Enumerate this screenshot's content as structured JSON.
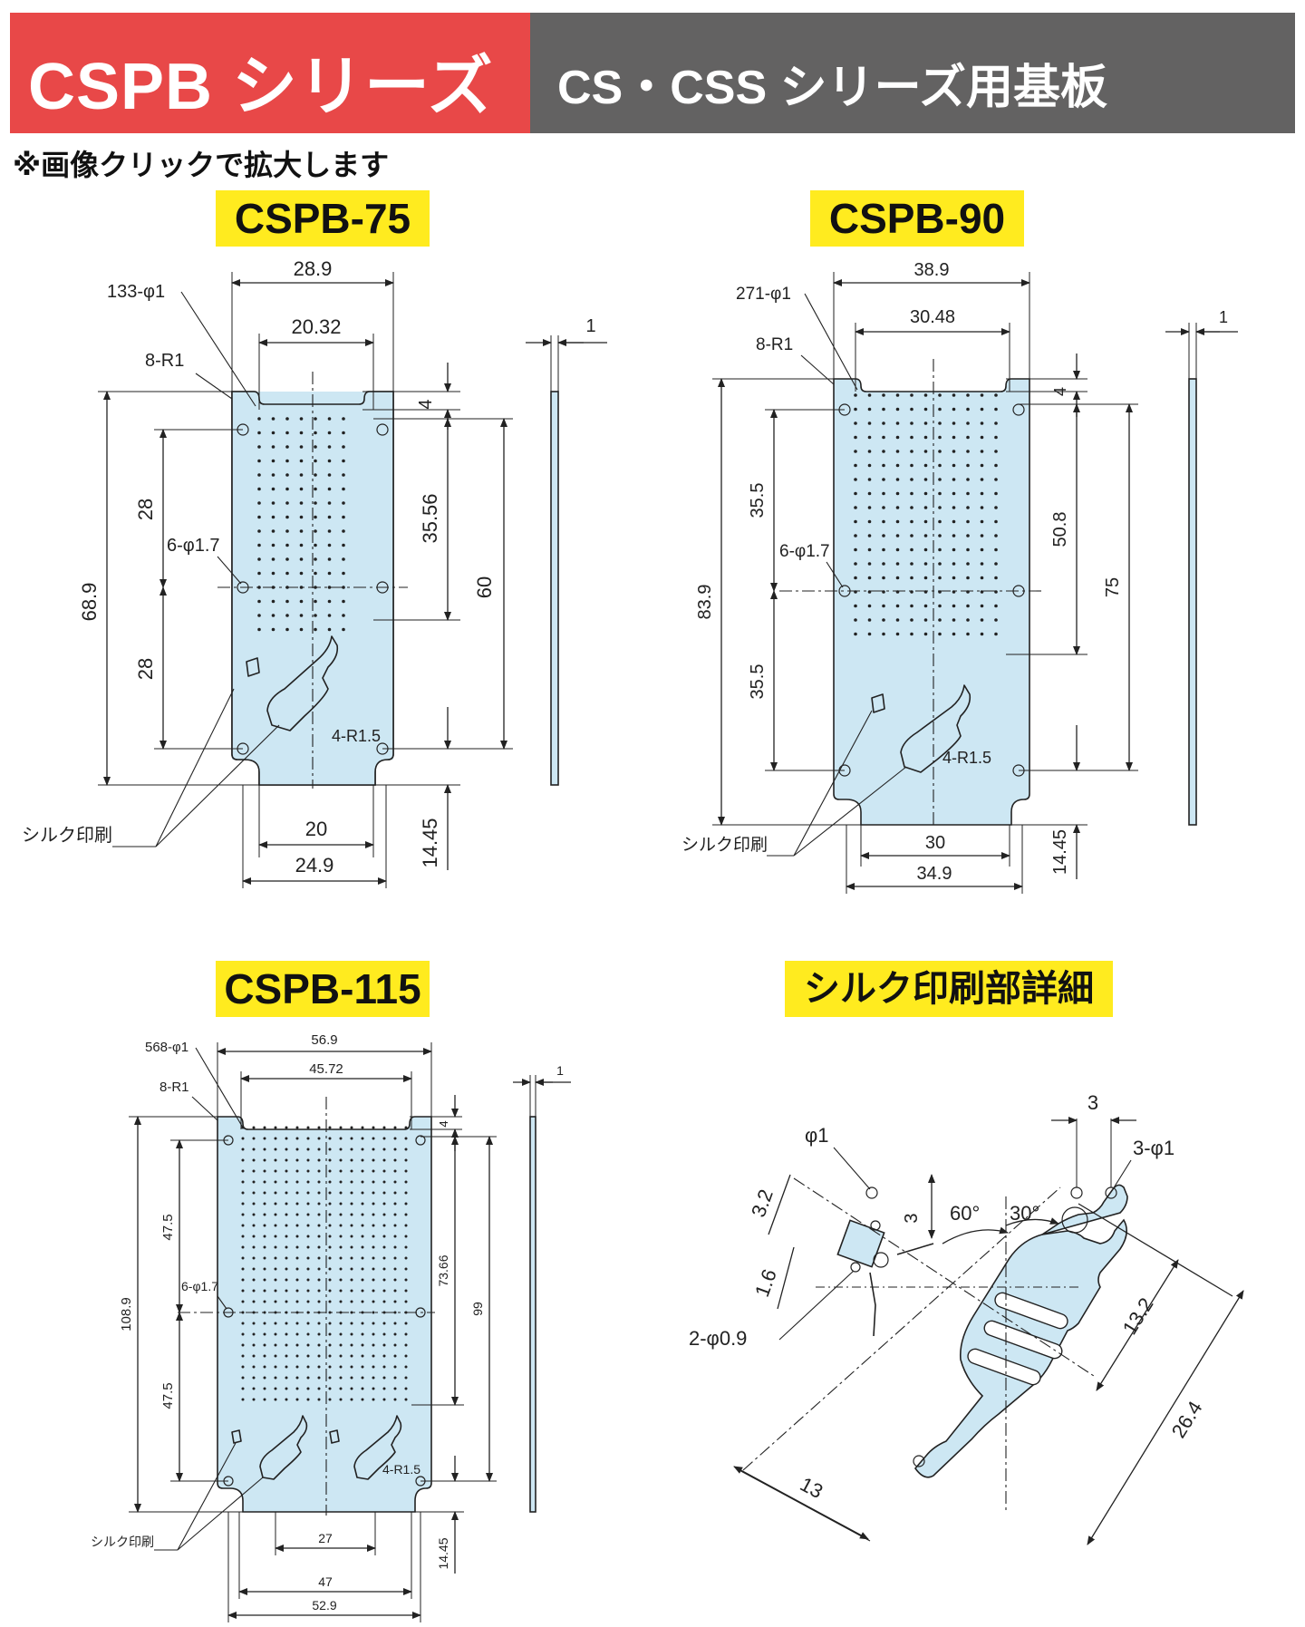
{
  "colors": {
    "red": "#e84848",
    "grey": "#636262",
    "yellow": "#ffeb1f",
    "board": "#cde7f3"
  },
  "header": {
    "title": "CSPB シリーズ",
    "subtitle": "CS・CSS シリーズ用基板"
  },
  "note": "※画像クリックで拡大します",
  "labels": {
    "cspb75": "CSPB-75",
    "cspb90": "CSPB-90",
    "cspb115": "CSPB-115",
    "silk_detail": "シルク印刷部詳細"
  },
  "dwg75": {
    "width_outer": "28.9",
    "pitch_width": "20.32",
    "holes": "133-φ1",
    "corner_r": "8-R1",
    "top_offset": "4",
    "pitch_height": "35.56",
    "half_top": "28",
    "half_bottom": "28",
    "mount_holes": "6-φ1.7",
    "length": "68.9",
    "mount_pitch": "60",
    "corner_r_bottom": "4-R1.5",
    "silk": "シルク印刷",
    "mount_pitch_bottom": "20",
    "width_bottom": "24.9",
    "tab_len": "14.45",
    "thickness": "1"
  },
  "dwg90": {
    "width_outer": "38.9",
    "pitch_width": "30.48",
    "holes": "271-φ1",
    "corner_r": "8-R1",
    "top_offset": "4",
    "pitch_height": "50.8",
    "half_top": "35.5",
    "half_bottom": "35.5",
    "mount_holes": "6-φ1.7",
    "length": "83.9",
    "mount_pitch": "75",
    "corner_r_bottom": "4-R1.5",
    "silk": "シルク印刷",
    "mount_pitch_bottom": "30",
    "width_bottom": "34.9",
    "tab_len": "14.45",
    "thickness": "1"
  },
  "dwg115": {
    "width_outer": "56.9",
    "pitch_width": "45.72",
    "holes": "568-φ1",
    "corner_r": "8-R1",
    "top_offset": "4",
    "pitch_height": "73.66",
    "half_top": "47.5",
    "half_bottom": "47.5",
    "mount_holes": "6-φ1.7",
    "length": "108.9",
    "mount_pitch": "99",
    "corner_r_bottom": "4-R1.5",
    "silk": "シルク印刷",
    "mount_pitch_bottom": "27",
    "inner_width": "47",
    "width_bottom": "52.9",
    "tab_len": "14.45",
    "thickness": "1"
  },
  "silk_detail": {
    "d3_top": "3",
    "d3_phi1": "3-φ1",
    "phi1": "φ1",
    "d3_2": "3.2",
    "d3_mid": "3",
    "angle60": "60°",
    "angle30": "30°",
    "d1_6": "1.6",
    "d2_phi09": "2-φ0.9",
    "d13_2": "13.2",
    "d26_4": "26.4",
    "d13": "13"
  }
}
